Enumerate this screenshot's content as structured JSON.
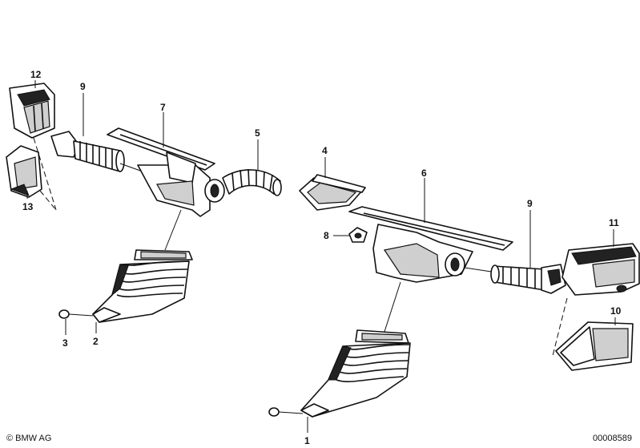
{
  "footer": {
    "copyright": "© BMW AG",
    "document_number": "00008589"
  },
  "callouts": {
    "c1": "1",
    "c2": "2",
    "c3": "3",
    "c4": "4",
    "c5": "5",
    "c6": "6",
    "c7": "7",
    "c8": "8",
    "c9a": "9",
    "c9b": "9",
    "c10": "10",
    "c11": "11",
    "c12": "12",
    "c13": "13"
  }
}
